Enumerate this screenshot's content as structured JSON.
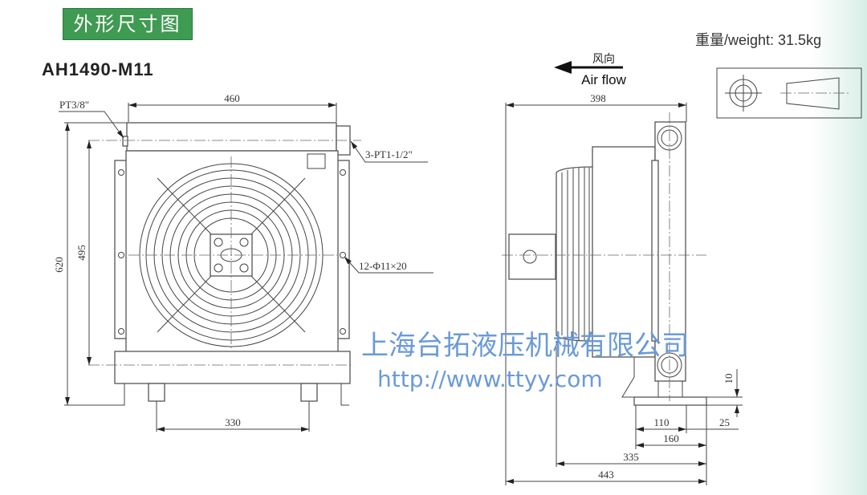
{
  "header": {
    "section_title": "外形尺寸图",
    "model": "AH1490-M11",
    "weight": "重量/weight: 31.5kg"
  },
  "airflow": {
    "cn": "风向",
    "en": "Air flow"
  },
  "front_view": {
    "width_dim": "460",
    "height_dim": "620",
    "center_dim": "495",
    "foot_dim": "330",
    "port_small": "PT3/8\"",
    "port_large": "3-PT1-1/2\"",
    "holes": "12-Φ11×20"
  },
  "side_view": {
    "depth_top": "398",
    "d110": "110",
    "d160": "160",
    "d335": "335",
    "d443": "443",
    "d25": "25",
    "d10": "10"
  },
  "watermark": {
    "company": "上海台拓液压机械有限公司",
    "url": "http://www.ttyy.com"
  }
}
